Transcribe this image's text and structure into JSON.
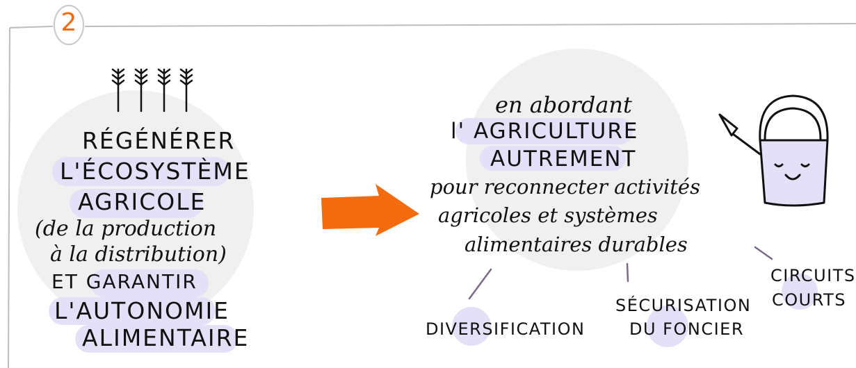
{
  "colors": {
    "highlight": "#e4e0f7",
    "bubble": "#f0f0f0",
    "arrow": "#f46a0f",
    "step_number": "#f46a0f",
    "frame": "#bdbdbd",
    "connector": "#7a6a86"
  },
  "step": {
    "number": "2"
  },
  "left_block": {
    "icon": "wheat-sprouts-icon",
    "lines": [
      "RÉGÉNÉRER",
      "L'ÉCOSYSTÈME",
      "AGRICOLE",
      "(de la production",
      "à la distribution)",
      "ET GARANTIR",
      "L'AUTONOMIE",
      "ALIMENTAIRE"
    ]
  },
  "arrow_icon": "right-arrow-icon",
  "right_block": {
    "lines": [
      "en abordant",
      "l' AGRICULTURE",
      "AUTREMENT",
      "pour reconnecter activités",
      "agricoles et systèmes",
      "alimentaires durables"
    ],
    "icon": "watering-can-icon"
  },
  "branches": {
    "diversification": "DIVERSIFICATION",
    "securisation_line1": "SÉCURISATION",
    "securisation_line2": "DU FONCIER",
    "circuits_line1": "CIRCUITS",
    "circuits_line2": "COURTS"
  }
}
